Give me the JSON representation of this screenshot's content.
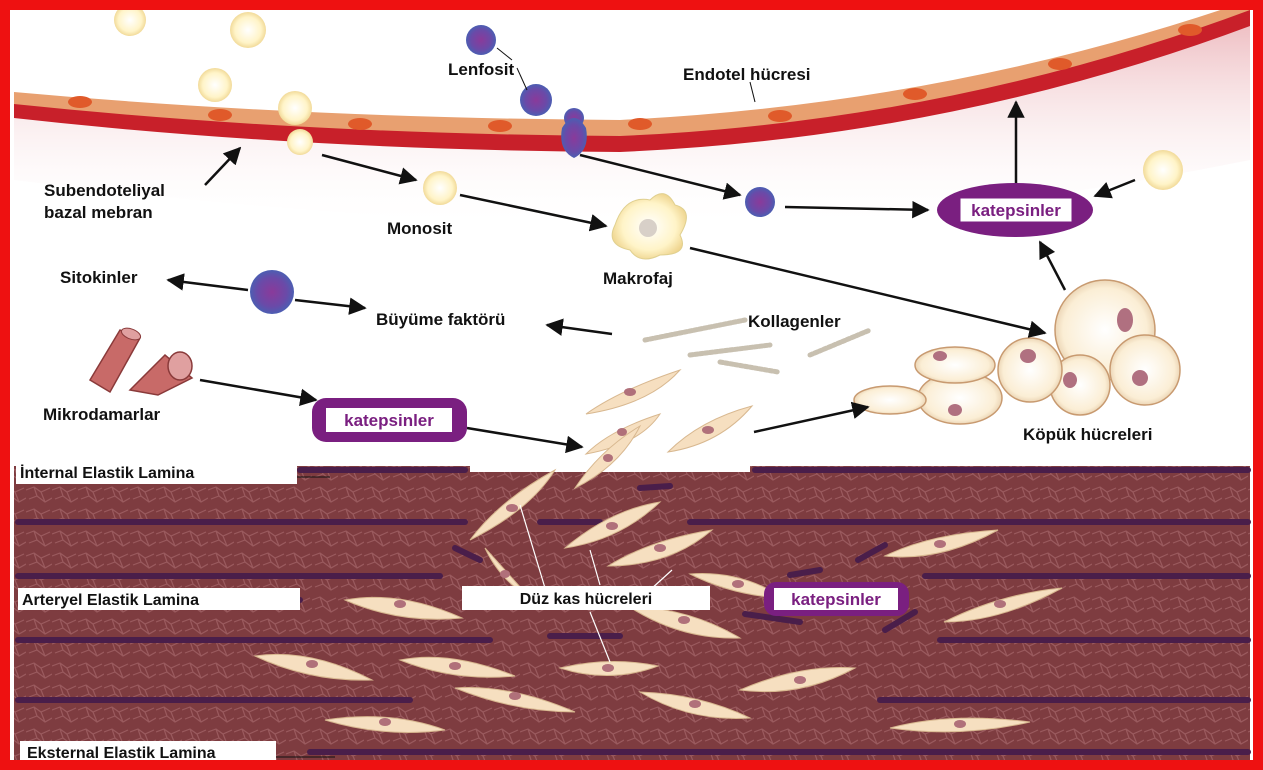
{
  "labels": {
    "lenfosit": "Lenfosit",
    "endotel": "Endotel hücresi",
    "subendo_1": "Subendoteliyal",
    "subendo_2": "bazal mebran",
    "monosit": "Monosit",
    "makrofaj": "Makrofaj",
    "sitokinler": "Sitokinler",
    "buyume": "Büyüme faktörü",
    "kollagenler": "Kollagenler",
    "mikrodamarlar": "Mikrodamarlar",
    "kopuk": "Köpük hücreleri",
    "internal": "İnternal Elastik Lamina",
    "arteryel": "Arteryel Elastik Lamina",
    "duz_kas": "Düz kas hücreleri",
    "eksternal": "Eksternal Elastik Lamina"
  },
  "katepsinler": {
    "top_right": "katepsinler",
    "middle_left": "katepsinler",
    "media": "katepsinler"
  },
  "colors": {
    "frame": "#ee1111",
    "katepsin_purple": "#7a1f80",
    "vessel_wall": "#c8202a",
    "endothelium": "#d97a4a",
    "media_bg": "#7a3a3a",
    "lamina": "#4a1e4a",
    "smooth_muscle": "#f6dfc0"
  }
}
